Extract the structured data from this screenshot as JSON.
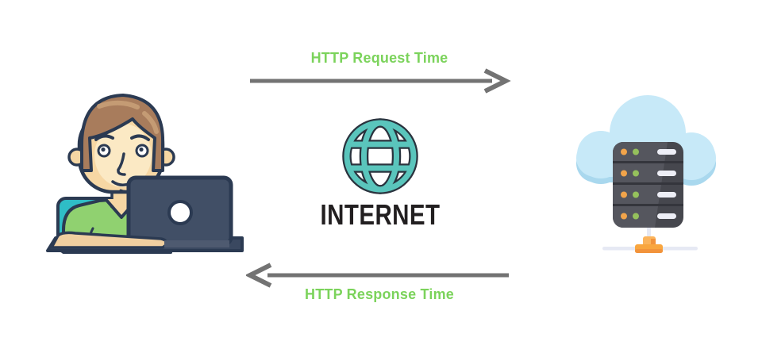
{
  "diagram": {
    "background": "#ffffff",
    "internet_label": "INTERNET",
    "flows": {
      "request": {
        "label": "HTTP Request Time",
        "direction": "left-to-right",
        "label_color": "#7BD35B",
        "arrow_color": "#737373"
      },
      "response": {
        "label": "HTTP Response Time",
        "direction": "right-to-left",
        "label_color": "#7BD35B",
        "arrow_color": "#737373"
      }
    },
    "icons": {
      "client": "person-at-laptop-icon",
      "network": "internet-globe-icon",
      "server": "cloud-server-icon"
    },
    "colors": {
      "label_green": "#7BD35B",
      "arrow_gray": "#737373",
      "globe_teal": "#5AC5BC",
      "globe_outline": "#2A333E",
      "text_black": "#221F20",
      "cloud_blue": "#C7E9F8",
      "cloud_shadow": "#A9D8EE",
      "server_dark": "#46474E",
      "server_light": "#55565E",
      "led_orange": "#F2A44A",
      "led_green": "#95C15C",
      "server_pill": "#EDEEF6",
      "cable_light": "#E6E9F4",
      "plug_orange": "#F9A63F",
      "shirt_green": "#90D170",
      "chair_teal": "#2FBDC6",
      "skin": "#F6D7A4",
      "hair_brown": "#A87C5C",
      "laptop_navy": "#414F66",
      "outline_navy": "#2B3A52"
    }
  }
}
